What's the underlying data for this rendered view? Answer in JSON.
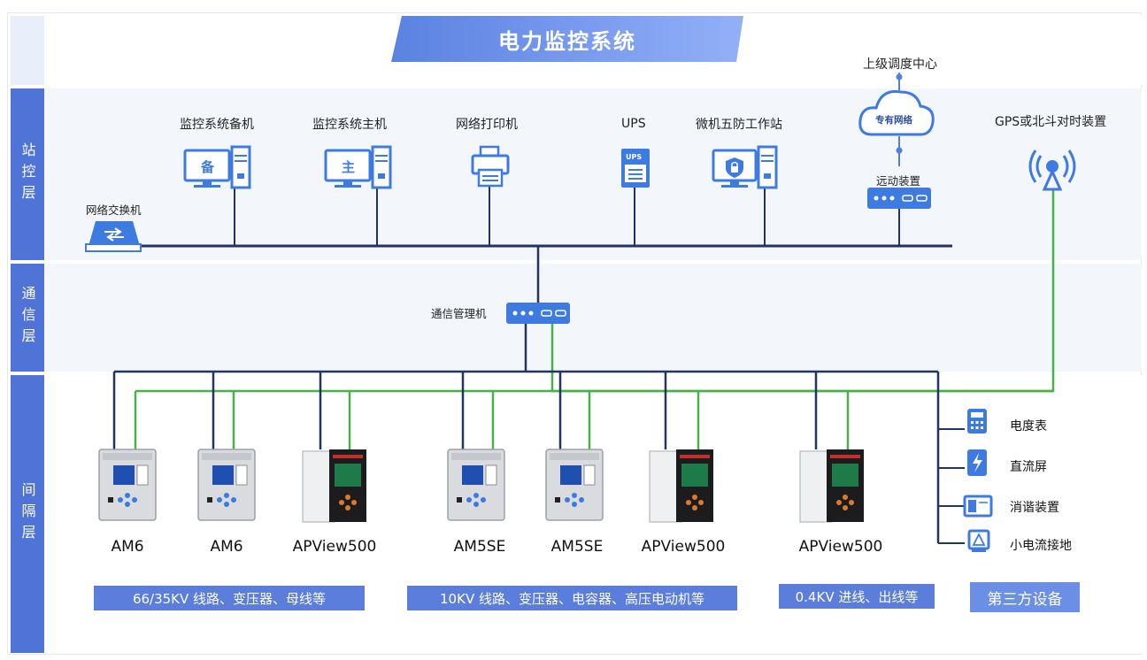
{
  "title": "电力监控系统",
  "layers": {
    "station": "站控层",
    "comm": "通信层",
    "bay": "间隔层"
  },
  "station": {
    "backup": {
      "label": "监控系统备机",
      "screen_char": "备"
    },
    "main": {
      "label": "监控系统主机",
      "screen_char": "主"
    },
    "printer": {
      "label": "网络打印机"
    },
    "ups": {
      "label": "UPS",
      "icon_text": "UPS"
    },
    "fiveproof": {
      "label": "微机五防工作站"
    },
    "switch": {
      "label": "网络交换机"
    },
    "dispatch": {
      "label": "上级调度中心",
      "cloud_text": "专有网络"
    },
    "remote": {
      "label": "远动装置"
    },
    "gps": {
      "label": "GPS或北斗对时装置"
    }
  },
  "comm": {
    "manager": {
      "label": "通信管理机"
    }
  },
  "devices": [
    {
      "label": "AM6",
      "model": "am"
    },
    {
      "label": "AM6",
      "model": "am"
    },
    {
      "label": "APView500",
      "model": "ap"
    },
    {
      "label": "AM5SE",
      "model": "am"
    },
    {
      "label": "AM5SE",
      "model": "am"
    },
    {
      "label": "APView500",
      "model": "ap"
    },
    {
      "label": "APView500",
      "model": "ap"
    }
  ],
  "categories": [
    "66/35KV  线路、变压器、母线等",
    "10KV   线路、变压器、电容器、高压电动机等",
    "0.4KV  进线、出线等"
  ],
  "third_party": {
    "title": "第三方设备",
    "items": [
      {
        "label": "电度表",
        "icon": "meter-icon"
      },
      {
        "label": "直流屏",
        "icon": "dc-panel-icon"
      },
      {
        "label": "消谐装置",
        "icon": "harmonic-icon"
      },
      {
        "label": "小电流接地",
        "icon": "grounding-icon"
      }
    ]
  },
  "colors": {
    "accent": "#4f73d6",
    "bus_line": "#22345f",
    "gps_line": "#4ab04a",
    "icon_blue": "#3e7be0"
  }
}
